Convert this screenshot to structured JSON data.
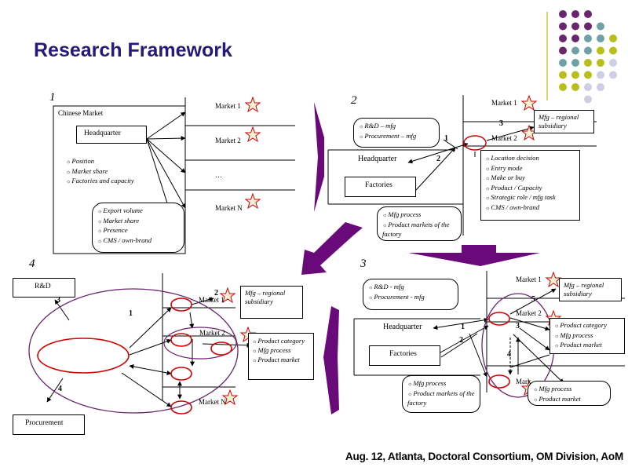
{
  "title": "Research Framework",
  "footer": "Aug. 12, Atlanta, Doctoral Consortium, OM Division, AoM",
  "colors": {
    "title": "#2a1a78",
    "purple": "#6a0a7a",
    "plum": "#6a2570",
    "olive": "#b9be1a",
    "teal": "#6fa1a6",
    "lavender": "#cfcde6",
    "red": "#d40000"
  },
  "panel1": {
    "number": "1",
    "chinese_market": "Chinese Market",
    "headquarter": "Headquarter",
    "factors": [
      "Position",
      "Market share",
      "Factories and capacity"
    ],
    "outcomes": [
      "Export volume",
      "Market share",
      "Presence",
      "CMS / own-brand"
    ],
    "markets": [
      "Market 1",
      "Market 2",
      "…",
      "Market N"
    ]
  },
  "panel2": {
    "number": "2",
    "rd_list": [
      "R&D – mfg",
      "Procurement – mfg"
    ],
    "headquarter": "Headquarter",
    "factories": "Factories",
    "market1": "Market 1",
    "market2": "Market 2",
    "subsidiary": "Mfg – regional subsidiary",
    "decisions": [
      "Location decision",
      "Entry mode",
      "Make or buy",
      "Product / Capacity",
      "Strategic role / mfg task",
      "CMS / own-brand"
    ],
    "process_list": [
      "Mfg process",
      "Product markets of the factory"
    ],
    "n1": "1",
    "n2": "2",
    "n3": "3"
  },
  "panel3": {
    "number": "3",
    "rd_list": [
      "R&D - mfg",
      "Procurement - mfg"
    ],
    "headquarter": "Headquarter",
    "factories": "Factories",
    "market1": "Market 1",
    "market2": "Market 2",
    "market_cut": "Mark",
    "subsidiary": "Mfg – regional subsidiary",
    "product_list": [
      "Product category",
      "Mfg process",
      "Product market"
    ],
    "process_list": [
      "Mfg process",
      "Product markets of the factory"
    ],
    "mkt_list": [
      "Mfg process",
      "Product market"
    ],
    "n1": "1",
    "n2": "2",
    "n3": "3",
    "n4": "4",
    "n5": "5"
  },
  "panel4": {
    "number": "4",
    "rd": "R&D",
    "procurement": "Procurement",
    "market1": "Market 1",
    "market2": "Market 2",
    "marketN": "Market N",
    "subsidiary": "Mfg – regional subsidiary",
    "product_list": [
      "Product category",
      "Mfg process",
      "Product market"
    ],
    "n1": "1",
    "n2": "2",
    "n3": "3",
    "n4": "4"
  }
}
